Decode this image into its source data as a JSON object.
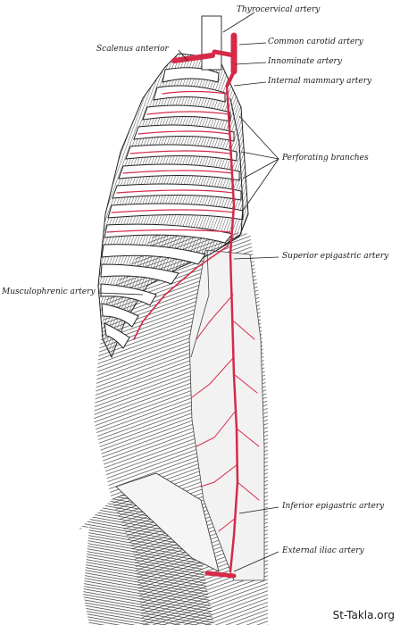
{
  "labels": {
    "thyrocervical": "Thyrocervical artery",
    "scalenus": "Scalenus anterior",
    "carotid": "Common carotid artery",
    "innominate": "Innominate artery",
    "mammary": "Internal mammary artery",
    "perforating": "Perforating branches",
    "sup_epigastric": "Superior epigastric artery",
    "musculophrenic": "Musculophrenic artery",
    "inf_epigastric": "Inferior epigastric artery",
    "ext_iliac": "External iliac artery"
  },
  "watermark": "St-Takla.org",
  "colors": {
    "artery": "#d62a48",
    "ink": "#1a1a1a",
    "rib": "#ffffff",
    "muscle": "#6e6e6e"
  }
}
